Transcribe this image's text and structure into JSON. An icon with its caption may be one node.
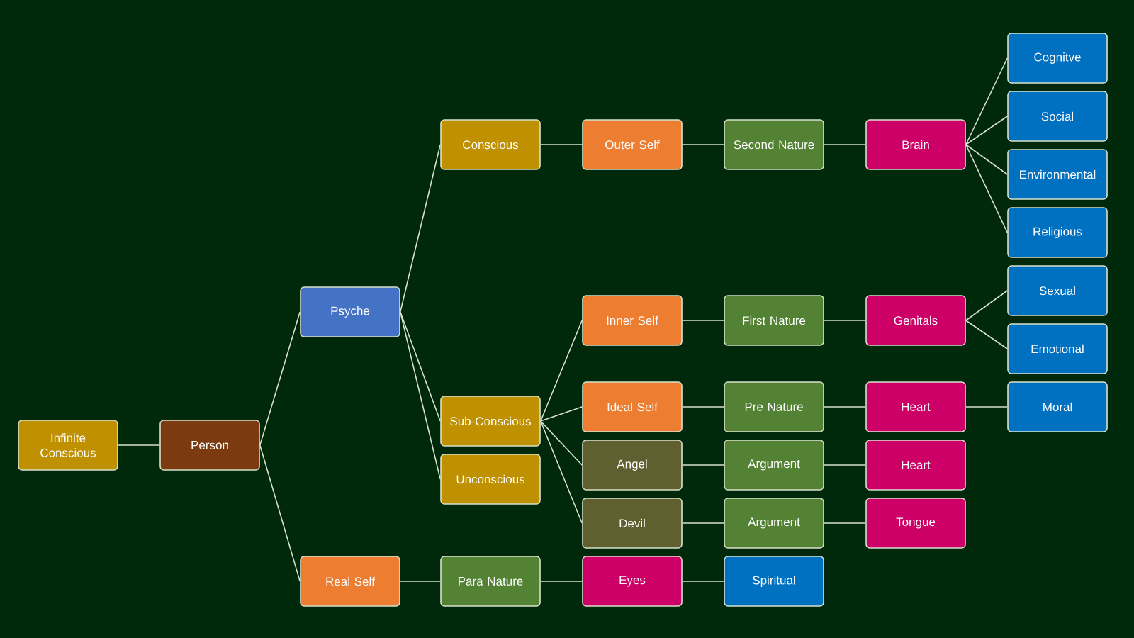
{
  "diagram": {
    "nodes": [
      {
        "text": [
          "Infinite Conscious"
        ]
      },
      {
        "text": [
          "Person"
        ]
      },
      {
        "text": [
          "Psyche"
        ]
      },
      {
        "text": [
          "Conscious"
        ]
      },
      {
        "text": [
          "Sub-Conscious"
        ]
      },
      {
        "text": [
          "Unconscious"
        ]
      },
      {
        "text": [
          "Outer Self"
        ]
      },
      {
        "text": [
          "Second Nature"
        ]
      },
      {
        "text": [
          "Brain"
        ]
      },
      {
        "text": [
          "Cognitve"
        ]
      },
      {
        "text": [
          "Social"
        ]
      },
      {
        "text": [
          "Environmental"
        ]
      },
      {
        "text": [
          "Religious"
        ]
      },
      {
        "text": [
          "Inner Self"
        ]
      },
      {
        "text": [
          "First Nature"
        ]
      },
      {
        "text": [
          "Genitals"
        ]
      },
      {
        "text": [
          "Sexual"
        ]
      },
      {
        "text": [
          "Emotional"
        ]
      },
      {
        "text": [
          "Ideal Self"
        ]
      },
      {
        "text": [
          "Pre Nature"
        ]
      },
      {
        "text": [
          "Heart"
        ]
      },
      {
        "text": [
          "Moral"
        ]
      },
      {
        "text": [
          "Angel"
        ]
      },
      {
        "text": [
          "Argument"
        ]
      },
      {
        "text": [
          "Heart"
        ]
      },
      {
        "text": [
          "Devil"
        ]
      },
      {
        "text": [
          "Argument"
        ]
      },
      {
        "text": [
          "Tongue"
        ]
      },
      {
        "text": [
          "Real Self"
        ]
      },
      {
        "text": [
          "Para Nature"
        ]
      },
      {
        "text": [
          "Eyes"
        ]
      },
      {
        "text": [
          "Spiritual"
        ]
      }
    ],
    "edges": [
      {
        "from": 0,
        "to": 1,
        "arrow": "none"
      },
      {
        "from": 1,
        "to": 2,
        "arrow": "none"
      },
      {
        "from": 1,
        "to": 28,
        "arrow": "none"
      },
      {
        "from": 2,
        "to": 3,
        "arrow": "none"
      },
      {
        "from": 2,
        "to": 4,
        "arrow": "none"
      },
      {
        "from": 2,
        "to": 5,
        "arrow": "none"
      },
      {
        "from": 3,
        "to": 6,
        "arrow": "none"
      },
      {
        "from": 6,
        "to": 7,
        "arrow": "none"
      },
      {
        "from": 7,
        "to": 8,
        "arrow": "none"
      },
      {
        "from": 8,
        "to": 9,
        "arrow": "none"
      },
      {
        "from": 8,
        "to": 10,
        "arrow": "none"
      },
      {
        "from": 8,
        "to": 11,
        "arrow": "none"
      },
      {
        "from": 8,
        "to": 12,
        "arrow": "none"
      },
      {
        "from": 4,
        "to": 13,
        "arrow": "none"
      },
      {
        "from": 4,
        "to": 18,
        "arrow": "none"
      },
      {
        "from": 4,
        "to": 22,
        "arrow": "none"
      },
      {
        "from": 4,
        "to": 25,
        "arrow": "none"
      },
      {
        "from": 13,
        "to": 14,
        "arrow": "none"
      },
      {
        "from": 14,
        "to": 15,
        "arrow": "none"
      },
      {
        "from": 15,
        "to": 16,
        "arrow": "none"
      },
      {
        "from": 15,
        "to": 17,
        "arrow": "none"
      },
      {
        "from": 18,
        "to": 19,
        "arrow": "none"
      },
      {
        "from": 19,
        "to": 20,
        "arrow": "none"
      },
      {
        "from": 20,
        "to": 21,
        "arrow": "none"
      },
      {
        "from": 22,
        "to": 23,
        "arrow": "none"
      },
      {
        "from": 23,
        "to": 24,
        "arrow": "none"
      },
      {
        "from": 25,
        "to": 26,
        "arrow": "none"
      },
      {
        "from": 26,
        "to": 27,
        "arrow": "none"
      },
      {
        "from": 28,
        "to": 29,
        "arrow": "none"
      },
      {
        "from": 29,
        "to": 30,
        "arrow": "none"
      },
      {
        "from": 30,
        "to": 31,
        "arrow": "none"
      }
    ]
  }
}
